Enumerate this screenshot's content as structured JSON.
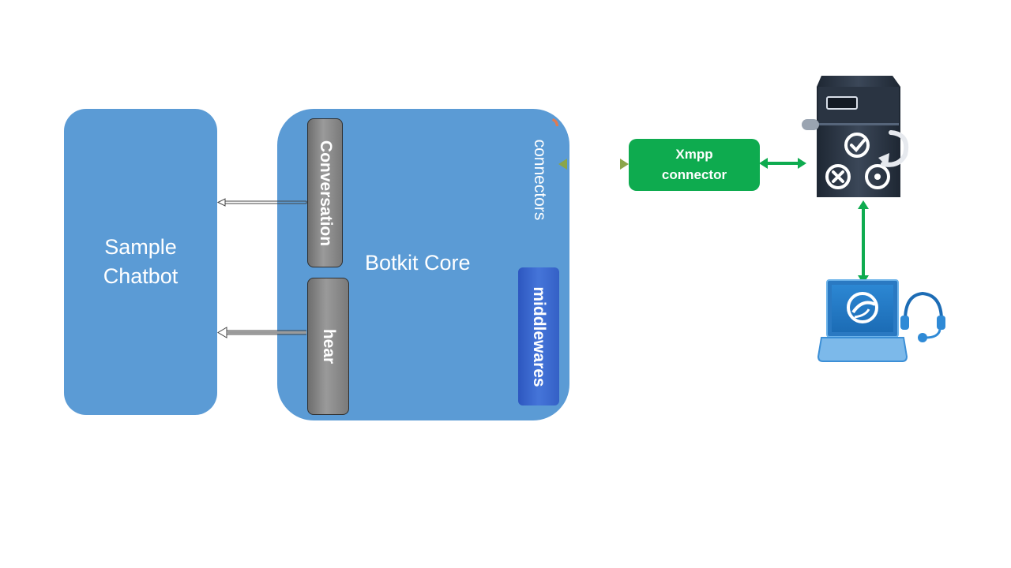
{
  "colors": {
    "box_blue": "#5b9bd5",
    "middleware_blue": "#3a67cc",
    "connector_green": "#0eab4f",
    "link_orange": "#d97a2b",
    "server_dark": "#2b3544",
    "laptop_blue": "#2f8ad6"
  },
  "sample_chatbot": {
    "label": "Sample\nChatbot"
  },
  "botkit_core": {
    "label": "Botkit Core",
    "conversation_label": "Conversation",
    "hear_label": "hear",
    "middlewares_label": "middlewares",
    "connectors_label": "connectors"
  },
  "xmpp_connector": {
    "label": "Xmpp\nconnector"
  },
  "icons": {
    "server": "server-check-icon",
    "agent_laptop": "laptop-headset-icon"
  }
}
